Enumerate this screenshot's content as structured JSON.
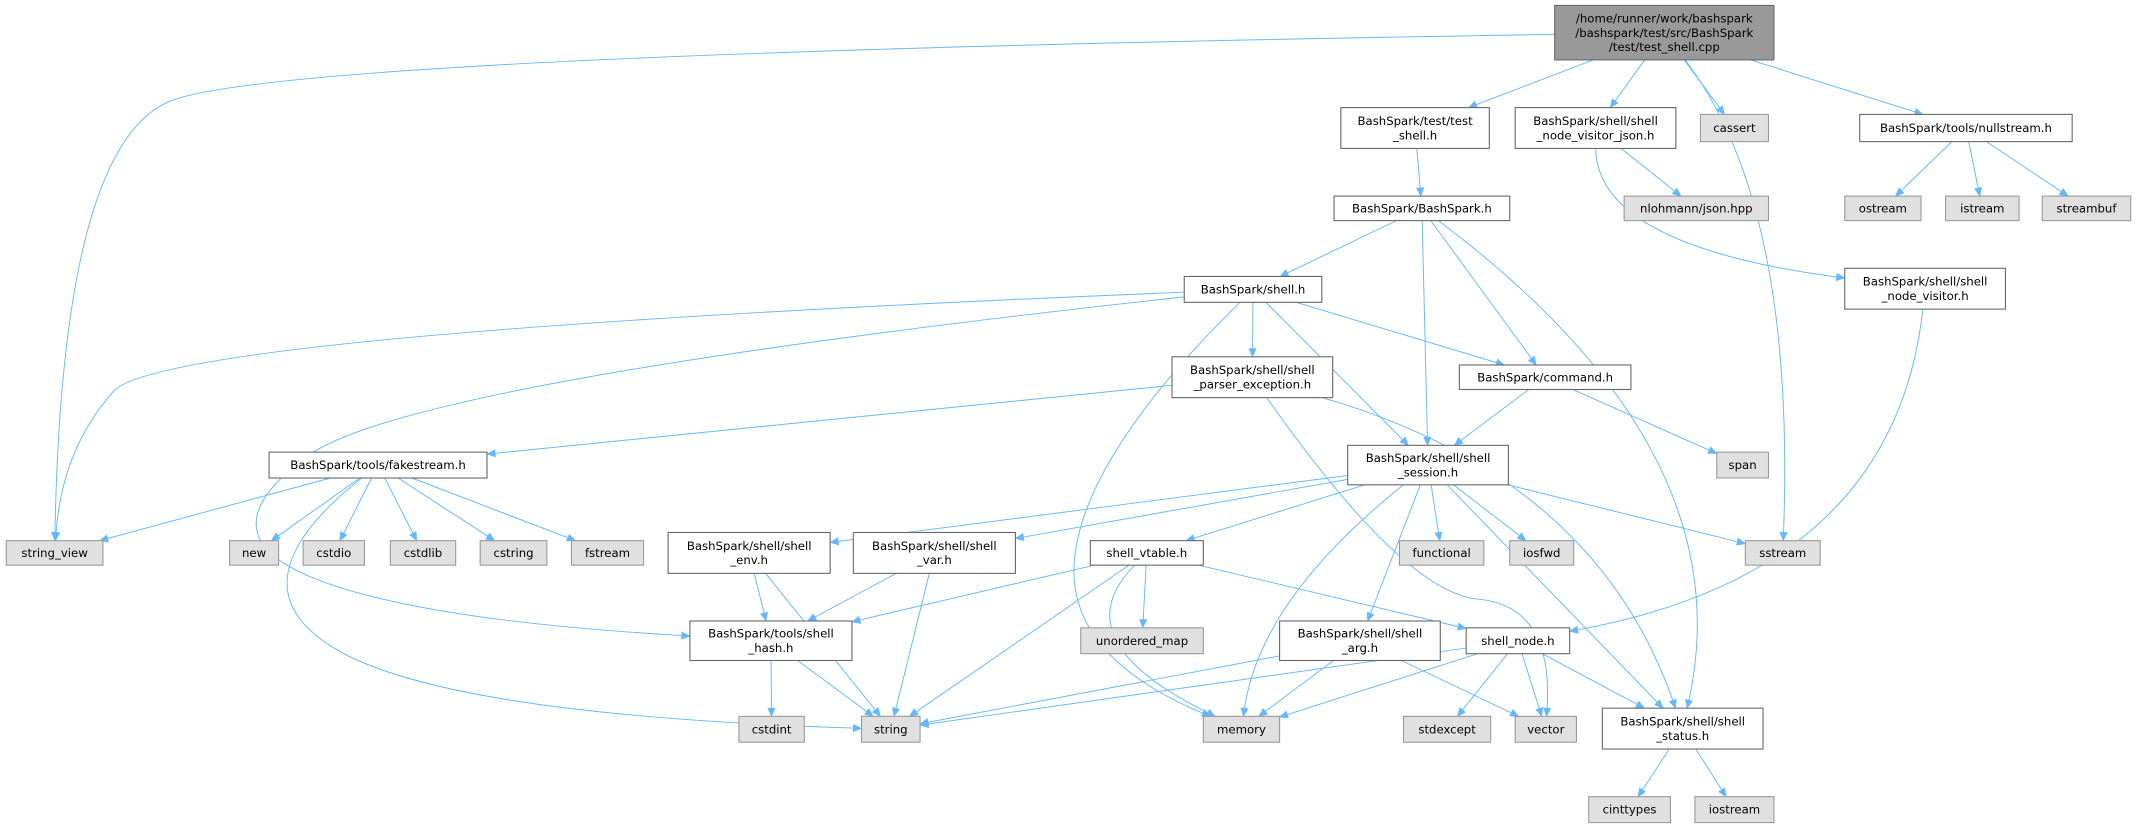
{
  "colors": {
    "edge": "#63b8ff",
    "root_fill": "#999999",
    "system_fill": "#e0e0e0",
    "file_fill": "#ffffff"
  },
  "nodes": [
    {
      "id": "root",
      "kind": "root",
      "lines": [
        "/home/runner/work/bashspark",
        "/bashspark/test/src/BashSpark",
        "/test/test_shell.cpp"
      ]
    },
    {
      "id": "test_shell_h",
      "kind": "file",
      "lines": [
        "BashSpark/test/test",
        "_shell.h"
      ]
    },
    {
      "id": "visitor_json",
      "kind": "file",
      "lines": [
        "BashSpark/shell/shell",
        "_node_visitor_json.h"
      ]
    },
    {
      "id": "cassert",
      "kind": "system",
      "lines": [
        "cassert"
      ]
    },
    {
      "id": "nullstream",
      "kind": "file",
      "lines": [
        "BashSpark/tools/nullstream.h"
      ]
    },
    {
      "id": "nlohmann",
      "kind": "system",
      "lines": [
        "nlohmann/json.hpp"
      ]
    },
    {
      "id": "ostream",
      "kind": "system",
      "lines": [
        "ostream"
      ]
    },
    {
      "id": "istream",
      "kind": "system",
      "lines": [
        "istream"
      ]
    },
    {
      "id": "streambuf",
      "kind": "system",
      "lines": [
        "streambuf"
      ]
    },
    {
      "id": "bashspark_h",
      "kind": "file",
      "lines": [
        "BashSpark/BashSpark.h"
      ]
    },
    {
      "id": "shell_h",
      "kind": "file",
      "lines": [
        "BashSpark/shell.h"
      ]
    },
    {
      "id": "node_visitor",
      "kind": "file",
      "lines": [
        "BashSpark/shell/shell",
        "_node_visitor.h"
      ]
    },
    {
      "id": "parser_exception",
      "kind": "file",
      "lines": [
        "BashSpark/shell/shell",
        "_parser_exception.h"
      ]
    },
    {
      "id": "command_h",
      "kind": "file",
      "lines": [
        "BashSpark/command.h"
      ]
    },
    {
      "id": "session_h",
      "kind": "file",
      "lines": [
        "BashSpark/shell/shell",
        "_session.h"
      ]
    },
    {
      "id": "span",
      "kind": "system",
      "lines": [
        "span"
      ]
    },
    {
      "id": "fakestream",
      "kind": "file",
      "lines": [
        "BashSpark/tools/fakestream.h"
      ]
    },
    {
      "id": "string_view",
      "kind": "system",
      "lines": [
        "string_view"
      ]
    },
    {
      "id": "new",
      "kind": "system",
      "lines": [
        "new"
      ]
    },
    {
      "id": "cstdio",
      "kind": "system",
      "lines": [
        "cstdio"
      ]
    },
    {
      "id": "cstdlib",
      "kind": "system",
      "lines": [
        "cstdlib"
      ]
    },
    {
      "id": "cstring",
      "kind": "system",
      "lines": [
        "cstring"
      ]
    },
    {
      "id": "fstream",
      "kind": "system",
      "lines": [
        "fstream"
      ]
    },
    {
      "id": "env_h",
      "kind": "file",
      "lines": [
        "BashSpark/shell/shell",
        "_env.h"
      ]
    },
    {
      "id": "var_h",
      "kind": "file",
      "lines": [
        "BashSpark/shell/shell",
        "_var.h"
      ]
    },
    {
      "id": "vtable_h",
      "kind": "file",
      "lines": [
        "shell_vtable.h"
      ]
    },
    {
      "id": "functional",
      "kind": "system",
      "lines": [
        "functional"
      ]
    },
    {
      "id": "iosfwd",
      "kind": "system",
      "lines": [
        "iosfwd"
      ]
    },
    {
      "id": "sstream",
      "kind": "system",
      "lines": [
        "sstream"
      ]
    },
    {
      "id": "shell_hash",
      "kind": "file",
      "lines": [
        "BashSpark/tools/shell",
        "_hash.h"
      ]
    },
    {
      "id": "unordered_map",
      "kind": "system",
      "lines": [
        "unordered_map"
      ]
    },
    {
      "id": "arg_h",
      "kind": "file",
      "lines": [
        "BashSpark/shell/shell",
        "_arg.h"
      ]
    },
    {
      "id": "shell_node",
      "kind": "file",
      "lines": [
        "shell_node.h"
      ]
    },
    {
      "id": "cstdint",
      "kind": "system",
      "lines": [
        "cstdint"
      ]
    },
    {
      "id": "string",
      "kind": "system",
      "lines": [
        "string"
      ]
    },
    {
      "id": "memory",
      "kind": "system",
      "lines": [
        "memory"
      ]
    },
    {
      "id": "stdexcept",
      "kind": "system",
      "lines": [
        "stdexcept"
      ]
    },
    {
      "id": "vector",
      "kind": "system",
      "lines": [
        "vector"
      ]
    },
    {
      "id": "status_h",
      "kind": "file",
      "lines": [
        "BashSpark/shell/shell",
        "_status.h"
      ]
    },
    {
      "id": "cinttypes",
      "kind": "system",
      "lines": [
        "cinttypes"
      ]
    },
    {
      "id": "iostream",
      "kind": "system",
      "lines": [
        "iostream"
      ]
    }
  ],
  "edges": [
    [
      "root",
      "test_shell_h"
    ],
    [
      "root",
      "visitor_json"
    ],
    [
      "root",
      "cassert"
    ],
    [
      "root",
      "nullstream"
    ],
    [
      "root",
      "sstream"
    ],
    [
      "root",
      "string_view"
    ],
    [
      "test_shell_h",
      "bashspark_h"
    ],
    [
      "visitor_json",
      "nlohmann"
    ],
    [
      "visitor_json",
      "node_visitor"
    ],
    [
      "nullstream",
      "ostream"
    ],
    [
      "nullstream",
      "istream"
    ],
    [
      "nullstream",
      "streambuf"
    ],
    [
      "bashspark_h",
      "shell_h"
    ],
    [
      "bashspark_h",
      "session_h"
    ],
    [
      "bashspark_h",
      "command_h"
    ],
    [
      "bashspark_h",
      "status_h"
    ],
    [
      "shell_h",
      "string_view"
    ],
    [
      "shell_h",
      "parser_exception"
    ],
    [
      "shell_h",
      "command_h"
    ],
    [
      "shell_h",
      "session_h"
    ],
    [
      "shell_h",
      "shell_hash"
    ],
    [
      "shell_h",
      "memory"
    ],
    [
      "node_visitor",
      "shell_node"
    ],
    [
      "parser_exception",
      "fakestream"
    ],
    [
      "parser_exception",
      "status_h"
    ],
    [
      "parser_exception",
      "vector"
    ],
    [
      "command_h",
      "session_h"
    ],
    [
      "command_h",
      "span"
    ],
    [
      "session_h",
      "env_h"
    ],
    [
      "session_h",
      "var_h"
    ],
    [
      "session_h",
      "vtable_h"
    ],
    [
      "session_h",
      "memory"
    ],
    [
      "session_h",
      "arg_h"
    ],
    [
      "session_h",
      "functional"
    ],
    [
      "session_h",
      "iosfwd"
    ],
    [
      "session_h",
      "status_h"
    ],
    [
      "session_h",
      "sstream"
    ],
    [
      "fakestream",
      "string_view"
    ],
    [
      "fakestream",
      "new"
    ],
    [
      "fakestream",
      "cstdio"
    ],
    [
      "fakestream",
      "cstdlib"
    ],
    [
      "fakestream",
      "cstring"
    ],
    [
      "fakestream",
      "fstream"
    ],
    [
      "fakestream",
      "string"
    ],
    [
      "env_h",
      "shell_hash"
    ],
    [
      "env_h",
      "string"
    ],
    [
      "var_h",
      "shell_hash"
    ],
    [
      "var_h",
      "string"
    ],
    [
      "vtable_h",
      "shell_hash"
    ],
    [
      "vtable_h",
      "unordered_map"
    ],
    [
      "vtable_h",
      "shell_node"
    ],
    [
      "vtable_h",
      "string"
    ],
    [
      "vtable_h",
      "memory"
    ],
    [
      "shell_hash",
      "cstdint"
    ],
    [
      "shell_hash",
      "string"
    ],
    [
      "arg_h",
      "string"
    ],
    [
      "arg_h",
      "memory"
    ],
    [
      "arg_h",
      "vector"
    ],
    [
      "shell_node",
      "string"
    ],
    [
      "shell_node",
      "memory"
    ],
    [
      "shell_node",
      "stdexcept"
    ],
    [
      "shell_node",
      "vector"
    ],
    [
      "shell_node",
      "status_h"
    ],
    [
      "status_h",
      "cinttypes"
    ],
    [
      "status_h",
      "iostream"
    ]
  ]
}
